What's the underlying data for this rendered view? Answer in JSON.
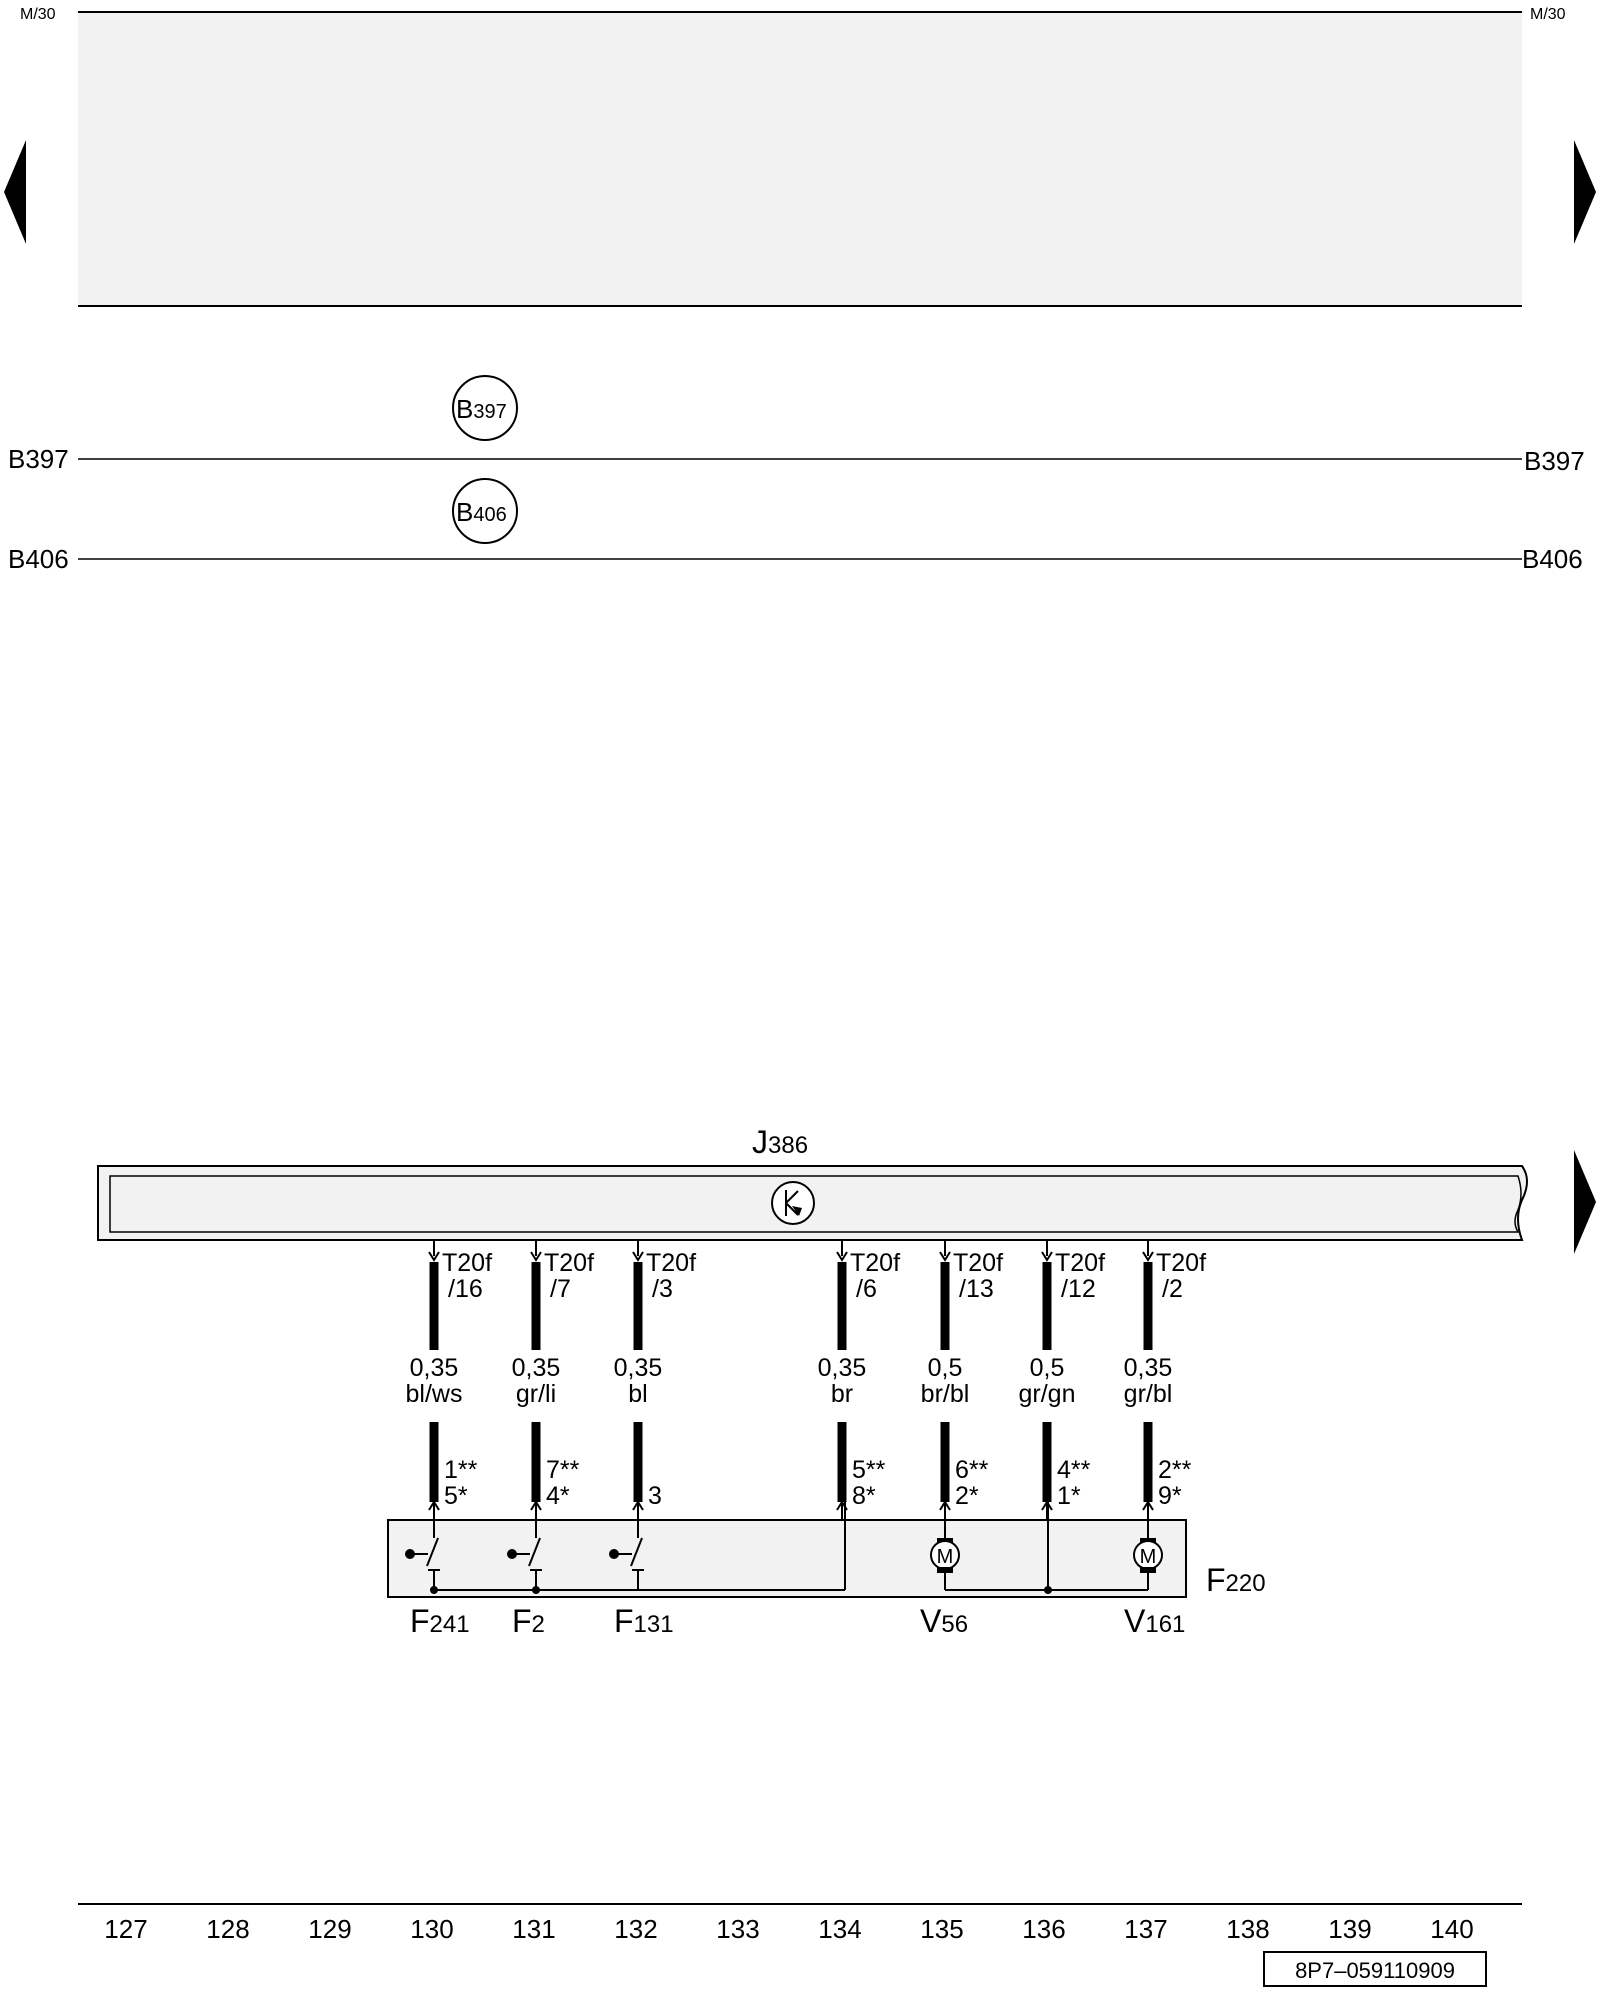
{
  "rails": {
    "m30_left": "M/30",
    "m30_right": "M/30",
    "b397_left": "B397",
    "b397_right": "B397",
    "b406_left": "B406",
    "b406_right": "B406"
  },
  "connectors": {
    "b397": {
      "letter": "B",
      "number": "397"
    },
    "b406": {
      "letter": "B",
      "number": "406"
    }
  },
  "control_unit": {
    "letter": "J",
    "number": "386"
  },
  "wires": [
    {
      "conn": "T20f",
      "pin": "/16",
      "size": "0,35",
      "color": "bl/ws",
      "pin_a": "1**",
      "pin_b": "5*"
    },
    {
      "conn": "T20f",
      "pin": "/7",
      "size": "0,35",
      "color": "gr/li",
      "pin_a": "7**",
      "pin_b": "4*"
    },
    {
      "conn": "T20f",
      "pin": "/3",
      "size": "0,35",
      "color": "bl",
      "pin_a": "",
      "pin_b": "3"
    },
    {
      "conn": "T20f",
      "pin": "/6",
      "size": "0,35",
      "color": "br",
      "pin_a": "5**",
      "pin_b": "8*"
    },
    {
      "conn": "T20f",
      "pin": "/13",
      "size": "0,5",
      "color": "br/bl",
      "pin_a": "6**",
      "pin_b": "2*"
    },
    {
      "conn": "T20f",
      "pin": "/12",
      "size": "0,5",
      "color": "gr/gn",
      "pin_a": "4**",
      "pin_b": "1*"
    },
    {
      "conn": "T20f",
      "pin": "/2",
      "size": "0,35",
      "color": "gr/bl",
      "pin_a": "2**",
      "pin_b": "9*"
    }
  ],
  "components": [
    {
      "letter": "F",
      "number": "241"
    },
    {
      "letter": "F",
      "number": "2"
    },
    {
      "letter": "F",
      "number": "131"
    },
    {
      "letter": "V",
      "number": "56"
    },
    {
      "letter": "V",
      "number": "161"
    }
  ],
  "assembly": {
    "letter": "F",
    "number": "220"
  },
  "motor_symbol": "M",
  "scale": [
    "127",
    "128",
    "129",
    "130",
    "131",
    "132",
    "133",
    "134",
    "135",
    "136",
    "137",
    "138",
    "139",
    "140"
  ],
  "code": "8P7–059110909"
}
